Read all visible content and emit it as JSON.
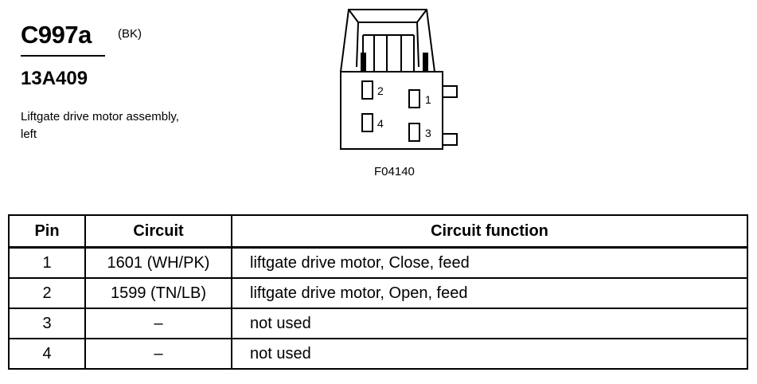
{
  "connector": {
    "id": "C997a",
    "color_code": "(BK)",
    "part_number": "13A409",
    "description": "Liftgate drive motor assembly, left",
    "figure_id": "F04140",
    "pin_labels": [
      "1",
      "2",
      "3",
      "4"
    ]
  },
  "table": {
    "headers": {
      "pin": "Pin",
      "circuit": "Circuit",
      "function": "Circuit function"
    },
    "rows": [
      {
        "pin": "1",
        "circuit": "1601 (WH/PK)",
        "function": "liftgate drive motor, Close, feed"
      },
      {
        "pin": "2",
        "circuit": "1599 (TN/LB)",
        "function": "liftgate drive motor, Open, feed"
      },
      {
        "pin": "3",
        "circuit": "–",
        "function": "not used"
      },
      {
        "pin": "4",
        "circuit": "–",
        "function": "not used"
      }
    ]
  }
}
